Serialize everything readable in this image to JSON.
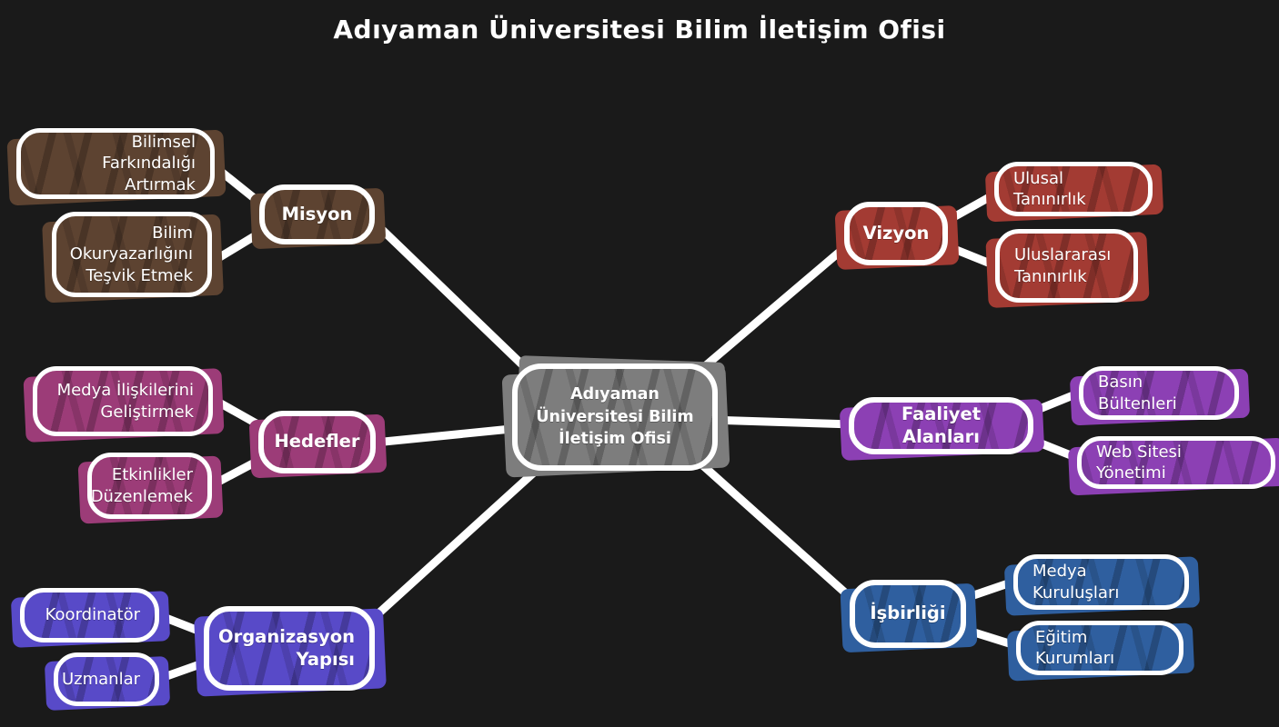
{
  "title": "Adıyaman Üniversitesi Bilim İletişim Ofisi",
  "palette": {
    "background": "#1a1a1a",
    "connector": "#ffffff",
    "node_border": "#ffffff",
    "text": "#ffffff"
  },
  "mindmap": {
    "root": {
      "label": "Adıyaman Üniversitesi Bilim İletişim Ofisi",
      "color": "#7d7d7d"
    },
    "branches": [
      {
        "label": "Misyon",
        "color": "#5d4331",
        "side": "left",
        "children": [
          "Bilimsel Farkındalığı Artırmak",
          "Bilim Okuryazarlığını Teşvik Etmek"
        ]
      },
      {
        "label": "Hedefler",
        "color": "#9c3c78",
        "side": "left",
        "children": [
          "Medya İlişkilerini Geliştirmek",
          "Etkinlikler Düzenlemek"
        ]
      },
      {
        "label": "Organizasyon Yapısı",
        "color": "#584ac8",
        "side": "left",
        "children": [
          "Koordinatör",
          "Uzmanlar"
        ]
      },
      {
        "label": "Vizyon",
        "color": "#a33b33",
        "side": "right",
        "children": [
          "Ulusal Tanınırlık",
          "Uluslararası Tanınırlık"
        ]
      },
      {
        "label": "Faaliyet Alanları",
        "color": "#8c40b4",
        "side": "right",
        "children": [
          "Basın Bültenleri",
          "Web Sitesi Yönetimi"
        ]
      },
      {
        "label": "İşbirliği",
        "color": "#2f5f9f",
        "side": "right",
        "children": [
          "Medya Kuruluşları",
          "Eğitim Kurumları"
        ]
      }
    ]
  }
}
